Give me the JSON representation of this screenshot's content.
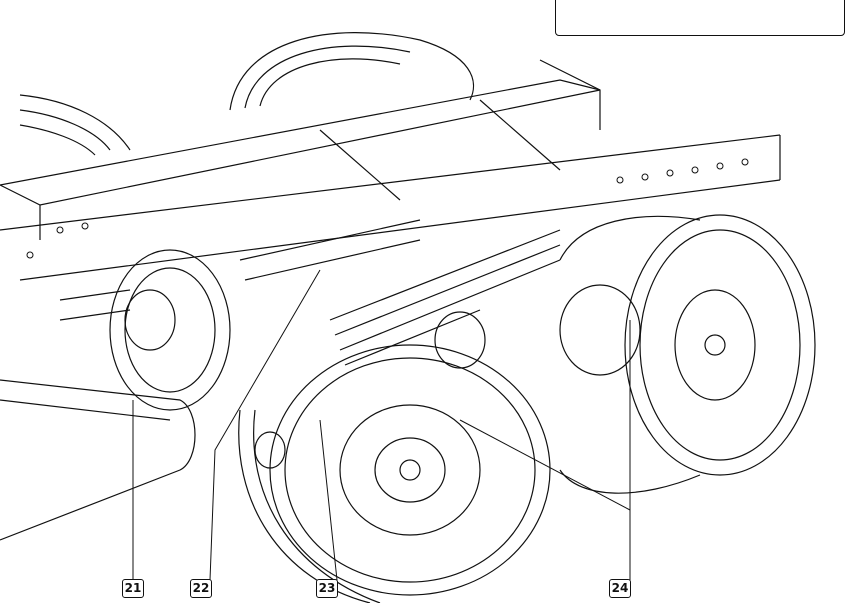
{
  "callouts": [
    {
      "label": "21"
    },
    {
      "label": "22"
    },
    {
      "label": "23"
    },
    {
      "label": "24"
    }
  ],
  "colors": {
    "line": "#111111",
    "background": "#ffffff"
  }
}
